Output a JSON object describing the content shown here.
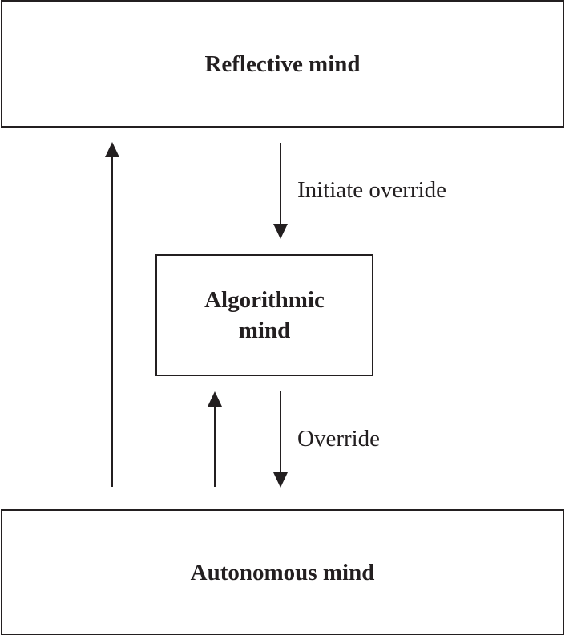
{
  "nodes": {
    "reflective": {
      "label": "Reflective mind"
    },
    "algorithmic": {
      "label_line1": "Algorithmic",
      "label_line2": "mind"
    },
    "autonomous": {
      "label": "Autonomous mind"
    }
  },
  "edges": {
    "initiate_override": {
      "label": "Initiate override"
    },
    "override": {
      "label": "Override"
    }
  },
  "colors": {
    "stroke": "#231f20",
    "background": "#ffffff"
  }
}
